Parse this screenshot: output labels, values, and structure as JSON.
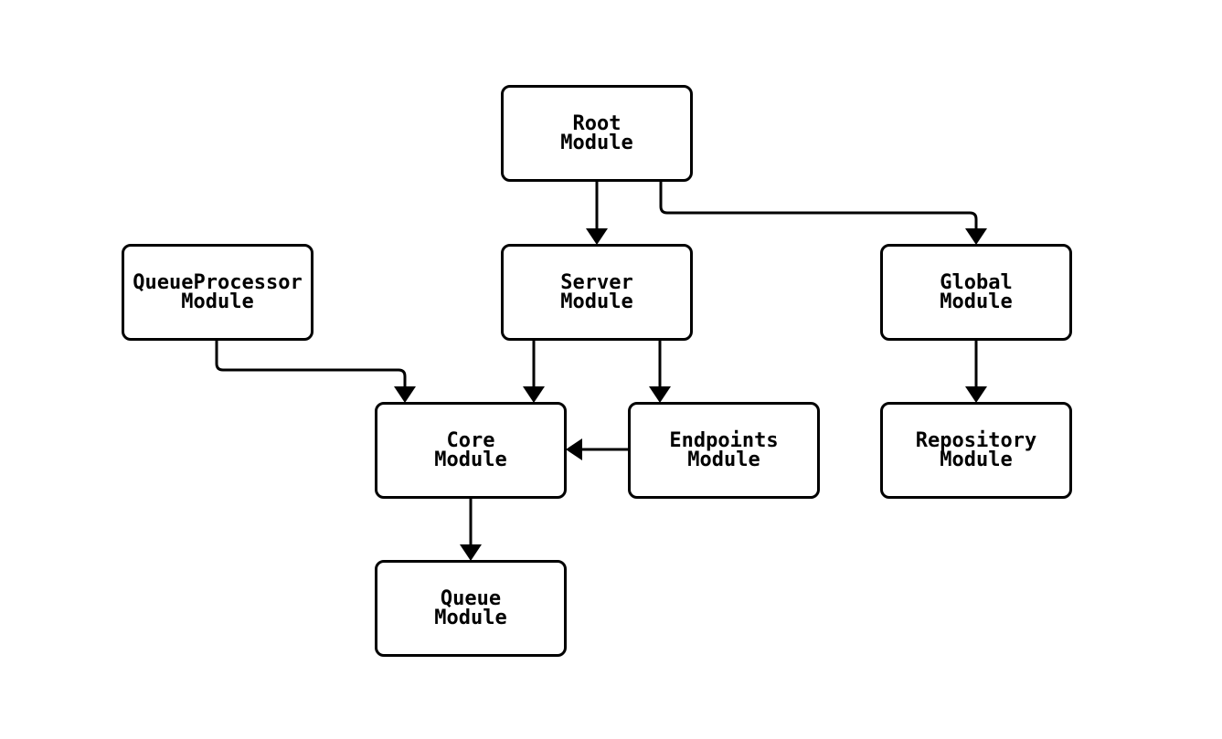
{
  "diagram": {
    "type": "flowchart",
    "direction": "top-down",
    "node_count": 8,
    "edge_count": 8
  },
  "colors": {
    "background": "#ffffff",
    "node_fill": "#ffffff",
    "node_border": "#000000",
    "arrow": "#000000",
    "text": "#000000"
  },
  "nodes": {
    "root": {
      "label": "Root\nModule"
    },
    "queueprocessor": {
      "label": "QueueProcessor\nModule"
    },
    "server": {
      "label": "Server\nModule"
    },
    "global": {
      "label": "Global\nModule"
    },
    "core": {
      "label": "Core\nModule"
    },
    "endpoints": {
      "label": "Endpoints\nModule"
    },
    "repository": {
      "label": "Repository\nModule"
    },
    "queue": {
      "label": "Queue\nModule"
    }
  },
  "edges": [
    {
      "from": "root",
      "to": "server"
    },
    {
      "from": "root",
      "to": "global"
    },
    {
      "from": "queueprocessor",
      "to": "core"
    },
    {
      "from": "server",
      "to": "core"
    },
    {
      "from": "server",
      "to": "endpoints"
    },
    {
      "from": "endpoints",
      "to": "core"
    },
    {
      "from": "global",
      "to": "repository"
    },
    {
      "from": "core",
      "to": "queue"
    }
  ]
}
